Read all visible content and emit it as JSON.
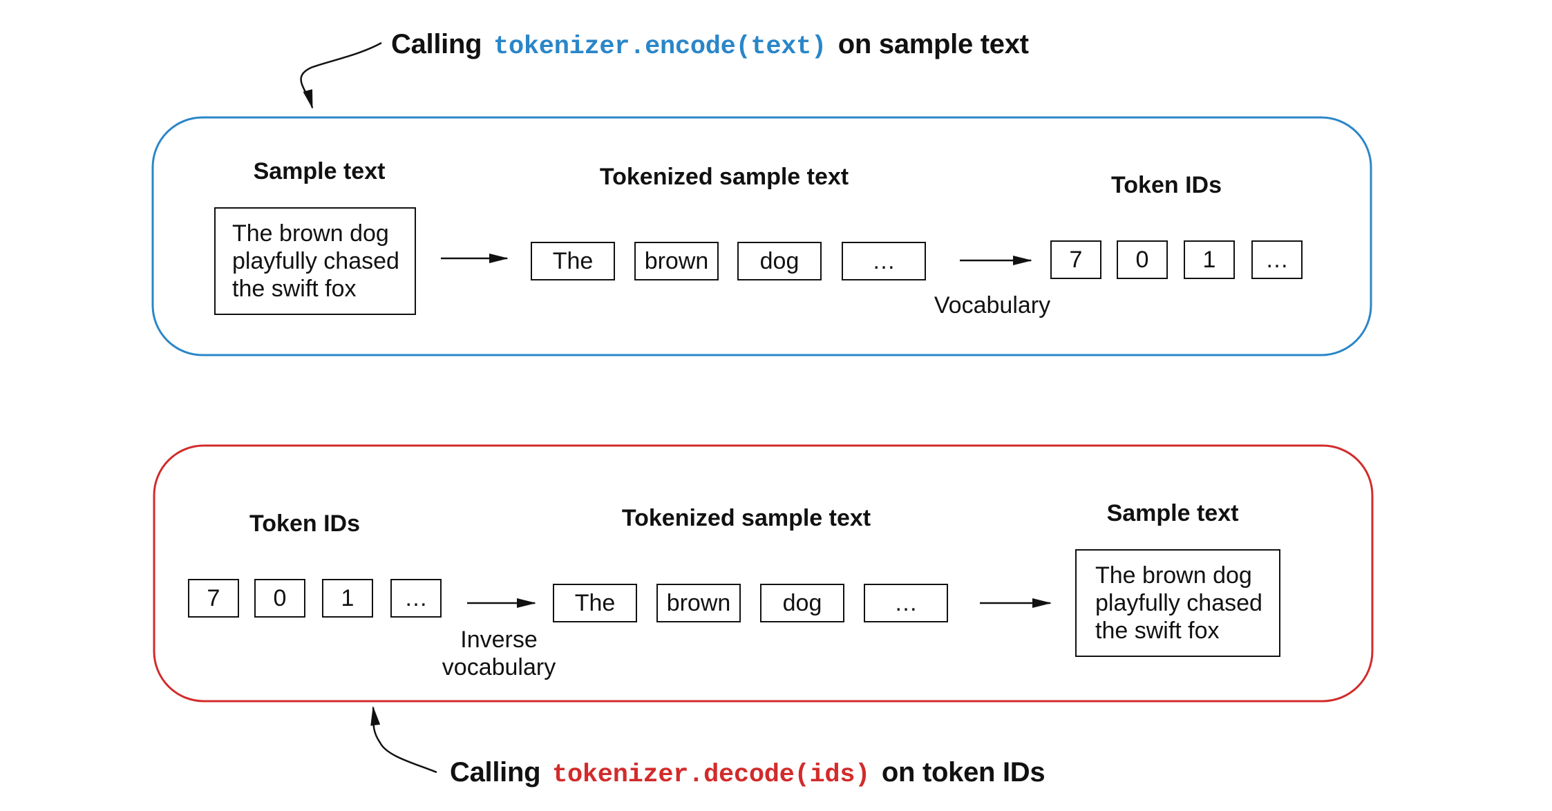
{
  "encode": {
    "callout": {
      "prefix": "Calling",
      "code": "tokenizer.encode(text)",
      "suffix": "on sample text"
    },
    "sample_text": {
      "heading": "Sample text",
      "lines": [
        "The brown dog",
        "playfully chased",
        "the swift fox"
      ]
    },
    "tokenized": {
      "heading": "Tokenized sample text",
      "tokens": [
        "The",
        "brown",
        "dog",
        "…"
      ]
    },
    "vocab_label": "Vocabulary",
    "token_ids": {
      "heading": "Token IDs",
      "ids": [
        "7",
        "0",
        "1",
        "…"
      ]
    },
    "border_color": "#2a86c8"
  },
  "decode": {
    "callout": {
      "prefix": "Calling",
      "code": "tokenizer.decode(ids)",
      "suffix": "on token IDs"
    },
    "token_ids": {
      "heading": "Token IDs",
      "ids": [
        "7",
        "0",
        "1",
        "…"
      ]
    },
    "inverse_vocab_label": [
      "Inverse",
      "vocabulary"
    ],
    "tokenized": {
      "heading": "Tokenized sample text",
      "tokens": [
        "The",
        "brown",
        "dog",
        "…"
      ]
    },
    "sample_text": {
      "heading": "Sample text",
      "lines": [
        "The brown dog",
        "playfully chased",
        "the swift fox"
      ]
    },
    "border_color": "#d22b2b"
  }
}
